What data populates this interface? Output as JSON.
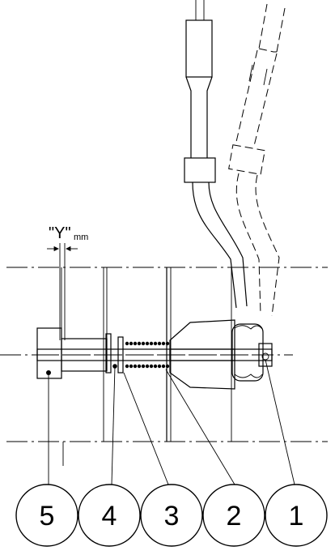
{
  "dimension": {
    "label": "\"Y\"",
    "unit": "mm"
  },
  "callouts": [
    "5",
    "4",
    "3",
    "2",
    "1"
  ]
}
